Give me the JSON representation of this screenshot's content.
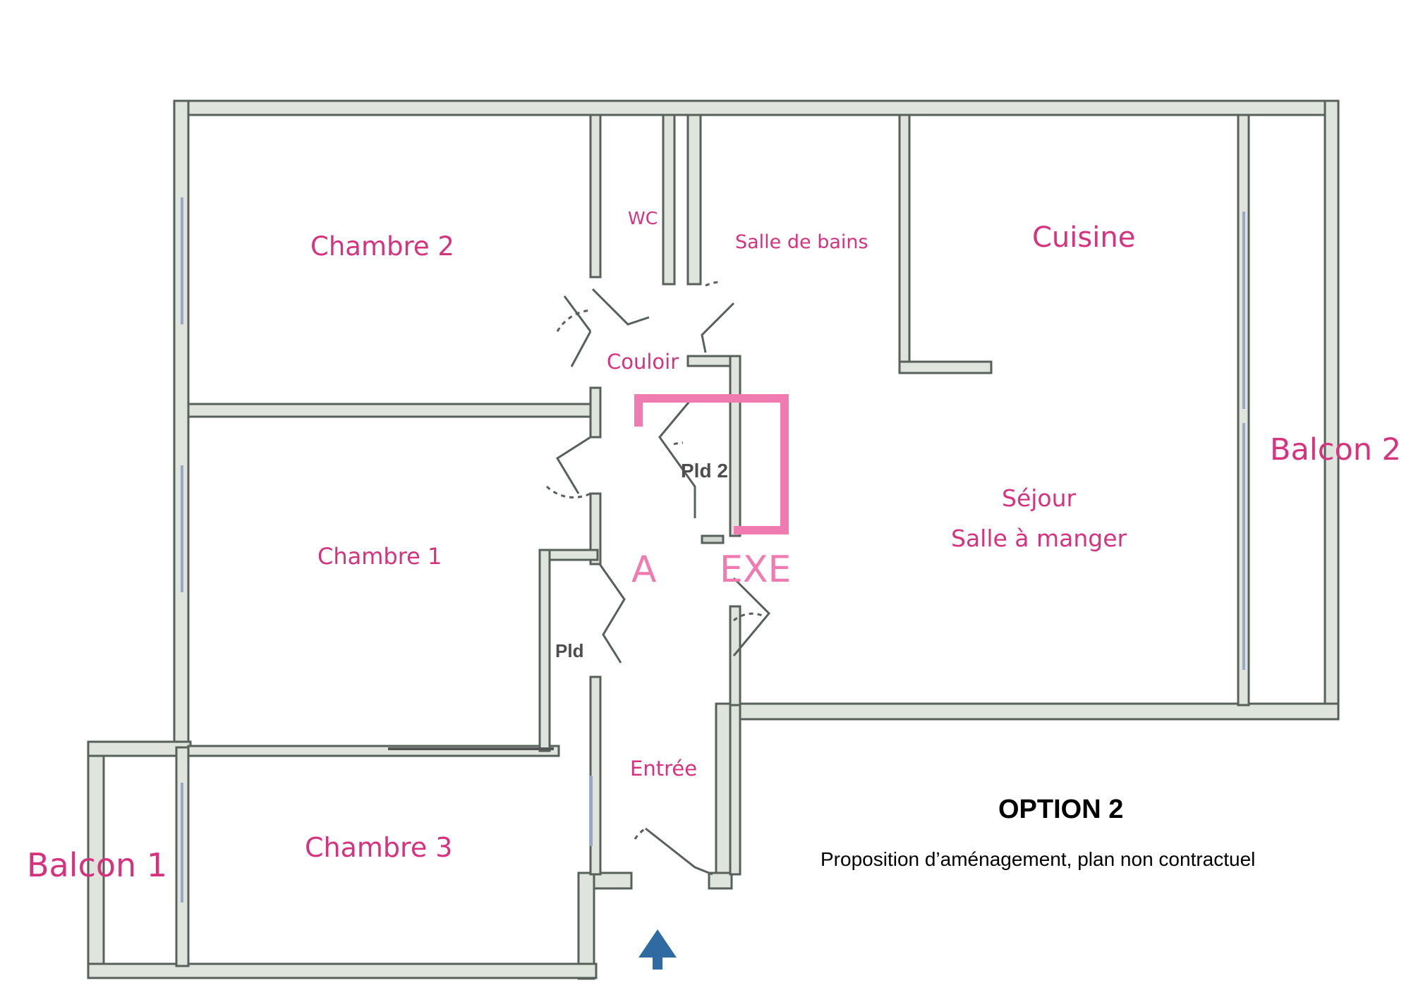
{
  "colors": {
    "wall_fill": "#dfe4dd",
    "wall_stroke": "#57605a",
    "window": "#9aa6c8",
    "label": "#d6337f",
    "logo": "#f07bb0",
    "arrow": "#2f6aa3"
  },
  "rooms": {
    "chambre_2": "Chambre 2",
    "wc": "WC",
    "salle_de_bains": "Salle de bains",
    "cuisine": "Cuisine",
    "couloir": "Couloir",
    "pld_2": "Pld 2",
    "sejour": "Séjour",
    "salle_a_manger": "Salle à manger",
    "chambre_1": "Chambre 1",
    "pld": "Pld",
    "entree": "Entrée",
    "chambre_3": "Chambre 3",
    "balcon_1": "Balcon 1",
    "balcon_2": "Balcon 2"
  },
  "logo": {
    "left": "A",
    "right": "EXE"
  },
  "caption": {
    "title": "OPTION 2",
    "subtitle": "Proposition d’aménagement, plan non contractuel"
  },
  "icons": {
    "entrance": "entrance-arrow-icon"
  }
}
